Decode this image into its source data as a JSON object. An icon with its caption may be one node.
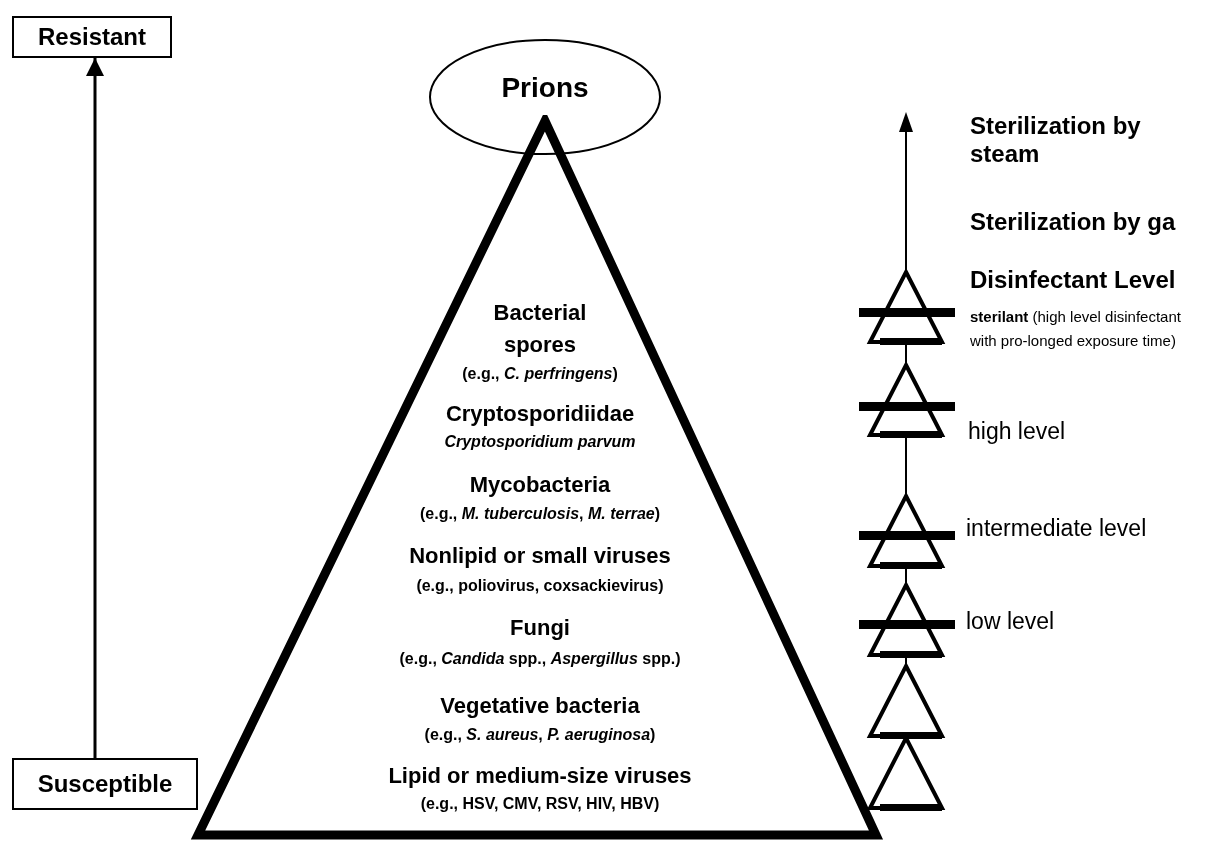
{
  "diagram": {
    "nodes": [
      {
        "text": [
          "Resistant"
        ]
      },
      {
        "text": [
          "Prions"
        ]
      },
      {
        "text": [
          "Bacterial spores",
          "(e.g., *C. perfringens*)",
          "Cryptosporidiidae",
          "Cryptosporidium parvum",
          "Mycobacteria",
          "(e.g., *M. tuberculosis*, *M. terrae*)",
          "Nonlipid or small viruses",
          "(e.g., poliovirus, coxsackievirus)",
          "Fungi",
          "(e.g., *Candida* spp., *Aspergillus* spp.)",
          "Vegetative bacteria",
          "(e.g., *S. aureus*, *P. aeruginosa*)",
          "Lipid or medium-size viruses",
          "(e.g., HSV, CMV, RSV, HIV, HBV)"
        ]
      },
      {
        "text": [
          "Susceptible"
        ]
      }
    ],
    "edges": [
      {
        "from": 3,
        "to": 0,
        "arrow": "to"
      }
    ],
    "labels": [
      "Sterilization by steam",
      "Sterilization by ga",
      "Disinfectant Level",
      "**sterilant** (high level disinfectant with pro-longed exposure time)",
      "high level",
      "intermediate level",
      "low level"
    ]
  }
}
